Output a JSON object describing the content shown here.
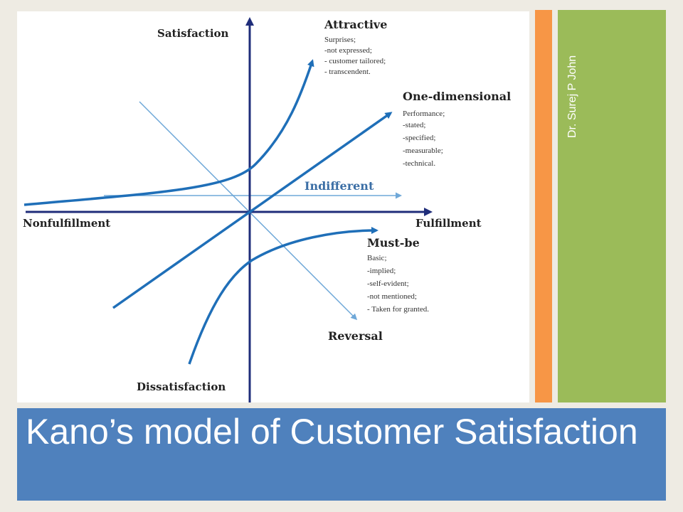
{
  "slide": {
    "title": "Kano’s model of Customer Satisfaction",
    "author": "Dr. Surej P John",
    "colors": {
      "background": "#eeebe3",
      "accent_orange": "#f79646",
      "accent_green": "#9bbb59",
      "title_bar": "#4f81bd",
      "curve_blue": "#1f6fb8",
      "axis_navy": "#1f2d7a"
    }
  },
  "diagram": {
    "axes": {
      "y_top": "Satisfaction",
      "y_bottom": "Dissatisfaction",
      "x_left": "Nonfulfillment",
      "x_right": "Fulfillment"
    },
    "curves": {
      "attractive": {
        "label": "Attractive",
        "notes": [
          "Surprises;",
          "-not expressed;",
          "- customer tailored;",
          "- transcendent."
        ]
      },
      "one_dimensional": {
        "label": "One-dimensional",
        "notes": [
          "Performance;",
          "-stated;",
          "-specified;",
          "-measurable;",
          "-technical."
        ]
      },
      "indifferent": {
        "label": "Indifferent"
      },
      "must_be": {
        "label": "Must-be",
        "notes": [
          "Basic;",
          "-implied;",
          "-self-evident;",
          "-not mentioned;",
          "- Taken for granted."
        ]
      },
      "reversal": {
        "label": "Reversal"
      }
    }
  }
}
